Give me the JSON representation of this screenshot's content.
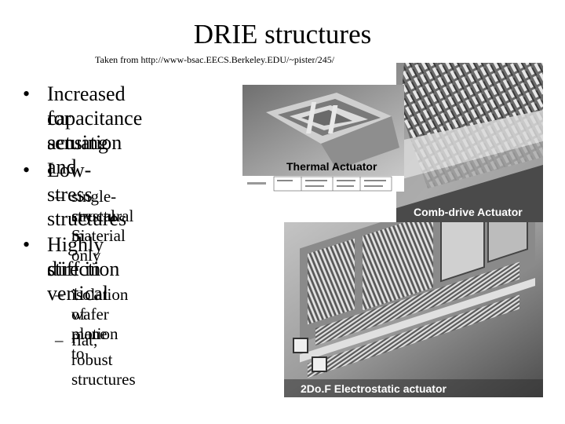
{
  "slide": {
    "title": "DRIE structures",
    "source": "Taken from http://www-bsac.EECS.Berkeley.EDU/~pister/245/",
    "bullets": [
      {
        "mark": "•",
        "text_lines": [
          "Increased capacitance",
          "for actuation and",
          "sensing"
        ]
      },
      {
        "mark": "•",
        "text_lines": [
          "Low-stress structures"
        ]
      },
      {
        "mark": "–",
        "text_lines": [
          "single-crystal Si only",
          "structural material"
        ]
      },
      {
        "mark": "•",
        "text_lines": [
          "Highly stiff in vertical",
          "direction"
        ]
      },
      {
        "mark": "–",
        "text_lines": [
          "isolation of motion to",
          "wafer plane"
        ]
      },
      {
        "mark": "–",
        "text_lines": [
          "flat, robust structures"
        ]
      }
    ]
  },
  "images": {
    "thermal": {
      "caption": "Thermal Actuator",
      "caption_color": "#000000"
    },
    "comb": {
      "caption": "Comb-drive Actuator",
      "caption_color": "#ffffff"
    },
    "electrostatic": {
      "caption": "2Do.F Electrostatic actuator",
      "caption_color": "#ffffff"
    }
  }
}
